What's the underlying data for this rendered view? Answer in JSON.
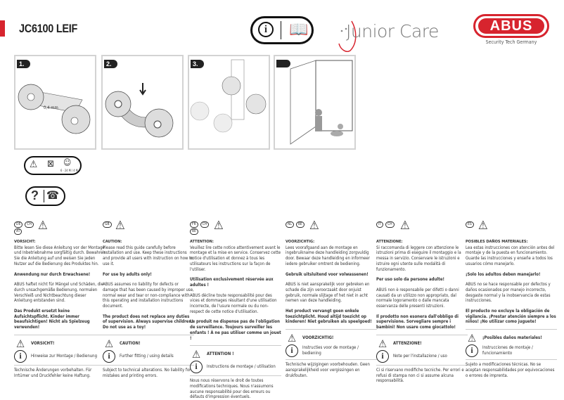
{
  "header": {
    "title": "JC6100 LEIF",
    "brand_logo_text": "Junior Care",
    "abus_logo": "ABUS",
    "abus_tagline": "Security Tech Germany",
    "accent_color": "#d7242e"
  },
  "illustrations": {
    "steps": [
      "1.",
      "2.",
      "3.",
      ""
    ],
    "dimension_label": "0,4 mm",
    "age_label": "6 - 24 M / 4 M"
  },
  "columns": [
    {
      "codes": [
        "DE",
        "CH",
        "AT"
      ],
      "warn_title": "VORSICHT:",
      "intro": "Bitte lesen Sie diese Anleitung vor der Montage und Inbetriebnahme sorgfältig durch. Bewahren Sie die Anleitung auf und weisen Sie jeden Nutzer auf die Bedienung des Produktes hin.",
      "adults": "Anwendung nur durch Erwachsene!",
      "liability": "ABUS haftet nicht für Mängel und Schäden, die durch unsachgemäße Bedienung, normalen Verschleiß und Nichtbeachtung dieser Anleitung entstanden sind.",
      "supervision": "Das Produkt ersetzt keine Aufsichtspflicht. Kinder immer beaufsichtigen! Nicht als Spielzeug verwenden!",
      "warn_label": "VORSICHT!",
      "info_label": "Hinweise zur Montage / Bedienung",
      "footer": "Technische Änderungen vorbehalten. Für Irrtümer und Druckfehler keine Haftung."
    },
    {
      "codes": [
        "GB"
      ],
      "warn_title": "CAUTION:",
      "intro": "Please read this guide carefully before installation and use. Keep these instructions and provide all users with instruction on how to use it.",
      "adults": "For use by adults only!",
      "liability": "ABUS assumes no liability for defects or damage that has been caused by improper use, normal wear and tear or non-compliance with this operating and installation instructions document.",
      "supervision": "The product does not replace any duties of supervision. Always supervise children! Do not use as a toy!",
      "warn_label": "CAUTION!",
      "info_label": "Further fitting / using details",
      "footer": "Subject to technical alterations. No liability for mistakes and printing errors."
    },
    {
      "codes": [
        "FR",
        "CH",
        "BE"
      ],
      "warn_title": "ATTENTION:",
      "intro": "Veuillez lire cette notice attentivement avant le montage et la mise en service. Conservez cette notice d'utilisation et donnez à tous les utilisateurs les instructions sur la façon de l'utiliser.",
      "adults": "Utilisation exclusivement réservée aux adultes !",
      "liability": "ABUS décline toute responsabilité pour des vices et dommages résultant d'une utilisation incorrecte, de l'usure normale ou du non-respect de cette notice d'utilisation.",
      "supervision": "Le produit ne dispense pas de l'obligation de surveillance. Toujours surveiller les enfants ! À ne pas utiliser comme un jouet !",
      "warn_label": "ATTENTION !",
      "info_label": "Instructions de montage / utilisation",
      "footer": "Nous nous réservons le droit de toutes modifications techniques. Nous n'assumons aucune responsabilité pour des erreurs ou défauts d'impression éventuels."
    },
    {
      "codes": [
        "NL",
        "BE"
      ],
      "warn_title": "VOORZICHTIG:",
      "intro": "Lees voorafgaand aan de montage en ingebruikname deze handleiding zorgvuldig door. Bewaar deze handleiding en informeer iedere gebruiker omtrent de bediening.",
      "adults": "Gebruik uitsluitend voor volwassenen!",
      "liability": "ABUS is niet aansprakelijk voor gebreken en schade die zijn veroorzaakt door onjuist gebruik, normale slijtage of het niet in acht nemen van deze handleiding.",
      "supervision": "Het product vervangt geen enkele toezichtplicht. Houd altijd toezicht op kinderen! Niet gebruiken als speelgoed!",
      "warn_label": "VOORZICHTIG!",
      "info_label": "Instructies voor de montage / bediening",
      "footer": "Technische wijzigingen voorbehouden. Geen aansprakelijkheid voor vergissingen en drukfouten."
    },
    {
      "codes": [
        "IT",
        "CH"
      ],
      "warn_title": "ATTENZIONE:",
      "intro": "Si raccomanda di leggere con attenzione le istruzioni prima di eseguire il montaggio e la messa in servizio. Conservare le istruzioni e istruire ogni utente sulle modalità di funzionamento.",
      "adults": "Per uso solo da persone adulte!",
      "liability": "ABUS non è responsabile per difetti o danni causati da un utilizzo non appropriato, dal normale logoramento o dalle mancata osservanza delle presenti istruzioni.",
      "supervision": "Il prodotto non esonera dall'obbligo di supervisione. Sorvegliare sempre i bambini! Non usare come giocattolo!",
      "warn_label": "ATTENZIONE!",
      "info_label": "Note per l'installazione / uso",
      "footer": "Ci si riservano modifiche tecniche. Per errori e refusi di stampa non ci si assume alcuna responsabilità."
    },
    {
      "codes": [
        "ES"
      ],
      "warn_title": "POSIBLES DAÑOS MATERIALES:",
      "intro": "Lea estas instrucciones con atención antes del montaje y de la puesta en funcionamiento. Guarde las instrucciones y enseñe a todos los usuarios cómo manejarlo.",
      "adults": "¡Solo los adultos deben manejarlo!",
      "liability": "ABUS no se hace responsable por defectos y daños ocasionados por manejo incorrecto, desgaste normal y la inobservancia de estas instrucciones.",
      "supervision": "El producto no excluye la obligación de vigilancia. ¡Prestar atención siempre a los niños! ¡No utilizar como juguete!",
      "warn_label": "¡Posibles daños materiales!",
      "info_label": "Instrucciones de montaje / funcionamiento",
      "footer": "Sujeto a modificaciones técnicas. No se aceptan responsabilidades por equivocaciones o errores de imprenta."
    }
  ]
}
